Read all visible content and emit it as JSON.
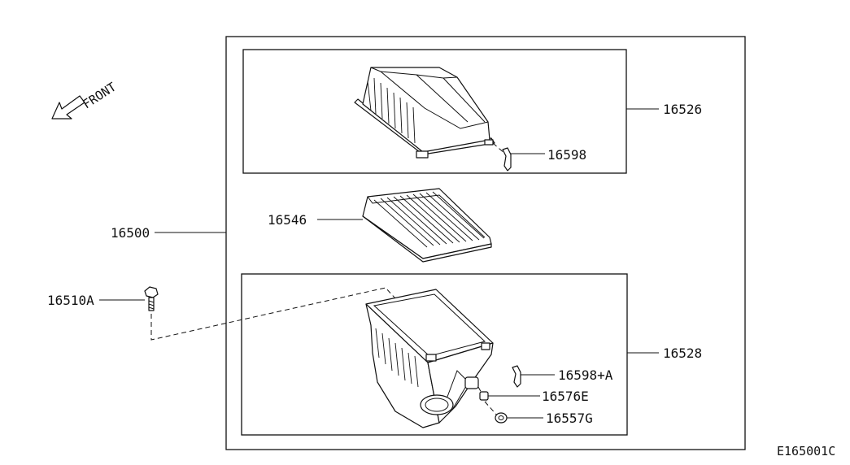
{
  "diagram": {
    "front_label": "FRONT",
    "figure_code": "E165001C",
    "parts": {
      "assembly": "16500",
      "upper_case": "16526",
      "upper_clip": "16598",
      "filter_element": "16546",
      "bolt": "16510A",
      "lower_case": "16528",
      "lower_clip": "16598+A",
      "grommet": "16576E",
      "nut": "16557G"
    }
  }
}
